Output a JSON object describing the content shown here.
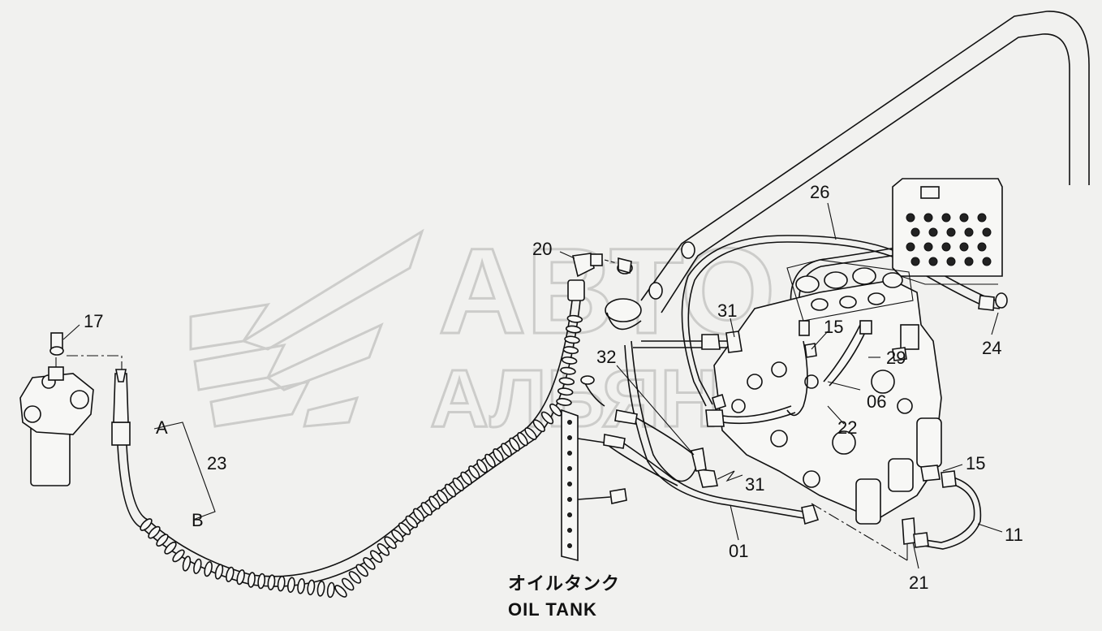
{
  "diagram": {
    "callouts": [
      {
        "id": "c17",
        "text": "17"
      },
      {
        "id": "c20",
        "text": "20"
      },
      {
        "id": "c26",
        "text": "26"
      },
      {
        "id": "c31a",
        "text": "31"
      },
      {
        "id": "c32",
        "text": "32"
      },
      {
        "id": "c15a",
        "text": "15"
      },
      {
        "id": "c29",
        "text": "29"
      },
      {
        "id": "c06",
        "text": "06"
      },
      {
        "id": "c22",
        "text": "22"
      },
      {
        "id": "c24",
        "text": "24"
      },
      {
        "id": "c23",
        "text": "23"
      },
      {
        "id": "cA",
        "text": "A"
      },
      {
        "id": "cB",
        "text": "B"
      },
      {
        "id": "c31b",
        "text": "31"
      },
      {
        "id": "c15b",
        "text": "15"
      },
      {
        "id": "c11",
        "text": "11"
      },
      {
        "id": "c01",
        "text": "01"
      },
      {
        "id": "c21",
        "text": "21"
      }
    ],
    "caption_jp": "オイルタンク",
    "caption_en": "OIL TANK",
    "watermark_line1": "АВТО",
    "watermark_line2": "АЛЬЯНС"
  }
}
